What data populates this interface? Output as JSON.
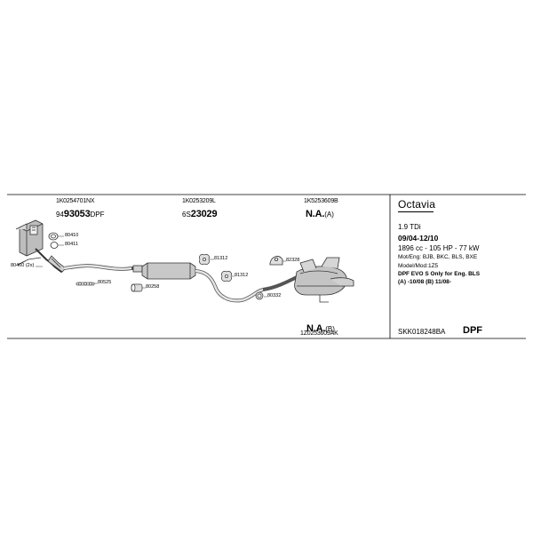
{
  "references": [
    {
      "oem": "1K0254701NX",
      "prefix": "94",
      "number": "93053",
      "suffix": "DPF"
    },
    {
      "oem": "1K0253209L",
      "prefix": "6S",
      "number": "23029",
      "suffix": ""
    },
    {
      "oem": "1K5253609B",
      "prefix": "",
      "number": "N.A.",
      "suffix": "(A)"
    }
  ],
  "bottom_reference": {
    "number": "N.A.",
    "suffix": "(B)",
    "oem": "1Z0253609AK"
  },
  "part_labels": [
    "80410",
    "80411",
    "80460 (2x)",
    "80525",
    "80258",
    "81312",
    "81312",
    "82328",
    "80332"
  ],
  "vehicle": {
    "model": "Octavia",
    "engine": "1.9 TDi",
    "period": "09/04-12/10",
    "specs": "1896 cc - 105 HP - 77 kW",
    "engines_line": "Mot/Eng: BJB, BKC, BLS, BXE",
    "model_line": "Model/Mod:1Z5",
    "dpf_line": "DPF EVO S   Only for Eng. BLS",
    "dates_line": "(A) -10/08 (B) 11/08-"
  },
  "kit_code": "SKK018248BA",
  "kit_type": "DPF"
}
